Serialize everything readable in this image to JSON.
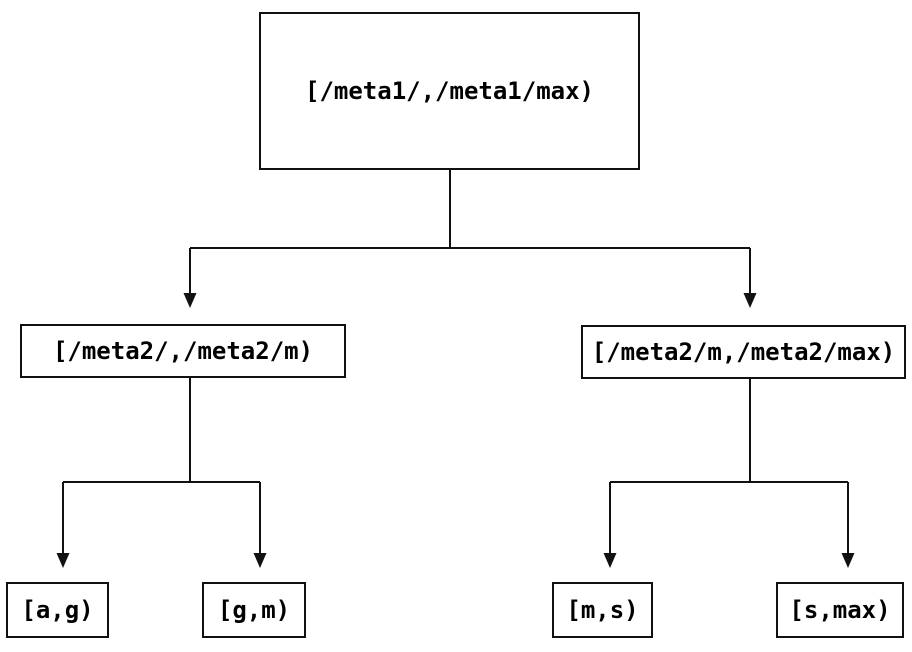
{
  "diagram": {
    "type": "tree",
    "background": "#ffffff",
    "line_color": "#111111",
    "text_color": "#000000",
    "nodes": {
      "root": {
        "label": "[/meta1/,/meta1/max)"
      },
      "meta2_low": {
        "label": "[/meta2/,/meta2/m)"
      },
      "meta2_high": {
        "label": "[/meta2/m,/meta2/max)"
      },
      "leaf_ag": {
        "label": "[a,g)"
      },
      "leaf_gm": {
        "label": "[g,m)"
      },
      "leaf_ms": {
        "label": "[m,s)"
      },
      "leaf_smax": {
        "label": "[s,max)"
      }
    },
    "edges": [
      {
        "from": "root",
        "to": "meta2_low"
      },
      {
        "from": "root",
        "to": "meta2_high"
      },
      {
        "from": "meta2_low",
        "to": "leaf_ag"
      },
      {
        "from": "meta2_low",
        "to": "leaf_gm"
      },
      {
        "from": "meta2_high",
        "to": "leaf_ms"
      },
      {
        "from": "meta2_high",
        "to": "leaf_smax"
      }
    ]
  }
}
